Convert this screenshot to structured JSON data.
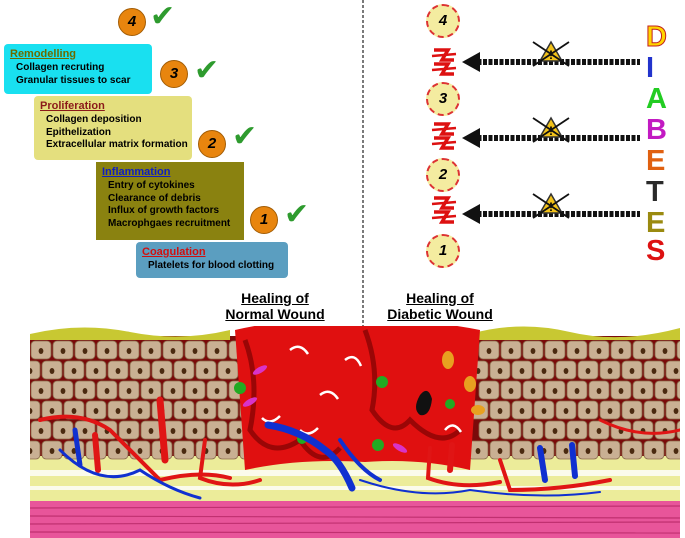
{
  "stages": {
    "remodelling": {
      "heading": "Remodelling",
      "items": [
        "Collagen recruting",
        "Granular tissues to scar"
      ],
      "number": "4",
      "color": "#19e0f0"
    },
    "proliferation": {
      "heading": "Proliferation",
      "items": [
        "Collagen deposition",
        "Epithelization",
        "Extracellular matrix formation"
      ],
      "number": "3",
      "color": "#e4df7e"
    },
    "inflammation": {
      "heading": "Inflammation",
      "items": [
        "Entry of cytokines",
        "Clearance of debris",
        "Influx of growth factors",
        "Macrophgaes recruitment"
      ],
      "number": "2",
      "color": "#8a8210"
    },
    "coagulation": {
      "heading": "Coagulation",
      "items": [
        "Platelets for blood clotting"
      ],
      "number": "1",
      "color": "#5b9ec0"
    }
  },
  "left_badges": [
    "4",
    "3",
    "2",
    "1"
  ],
  "right_badges": [
    "4",
    "3",
    "2",
    "1"
  ],
  "diabetes_letters": [
    "D",
    "I",
    "A",
    "B",
    "E",
    "T",
    "E",
    "S"
  ],
  "diabetes_colors": [
    "#ffd400",
    "#2233cc",
    "#22cc22",
    "#c21ac2",
    "#e06010",
    "#2a2a2a",
    "#9a8a10",
    "#a0a0a0"
  ],
  "diabetes_extra_color": "#dd1111",
  "titles": {
    "normal_line1": "Healing of",
    "normal_line2": "Normal Wound",
    "diabetic_line1": "Healing of",
    "diabetic_line2": "Diabetic Wound"
  },
  "colors": {
    "check": "#2e9b2e",
    "arrow": "#111111",
    "warning": "#f2c21a",
    "skin_cell": "#c9b093",
    "wound": "#e01010",
    "dark_tissue": "#7a0a0a",
    "fat": "#ecec9a",
    "muscle": "#e8559a",
    "vessel_red": "#e01515",
    "vessel_blue": "#1030d0",
    "top_layer": "#c8c832"
  }
}
